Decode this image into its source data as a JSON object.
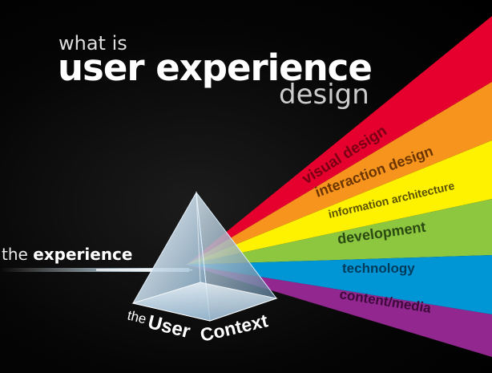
{
  "title": {
    "line1": "what is",
    "line2": "user experience",
    "line3": "design"
  },
  "experience": {
    "prefix": "the",
    "word": "experience"
  },
  "user": {
    "prefix": "the",
    "word": "User"
  },
  "context": "Context",
  "bands": [
    {
      "label": "visual design",
      "color": "#e5002d"
    },
    {
      "label": "interaction design",
      "color": "#f7941d"
    },
    {
      "label": "information architecture",
      "color": "#fff200"
    },
    {
      "label": "development",
      "color": "#8dc63f"
    },
    {
      "label": "technology",
      "color": "#0096d6"
    },
    {
      "label": "content/media",
      "color": "#92278f"
    }
  ]
}
